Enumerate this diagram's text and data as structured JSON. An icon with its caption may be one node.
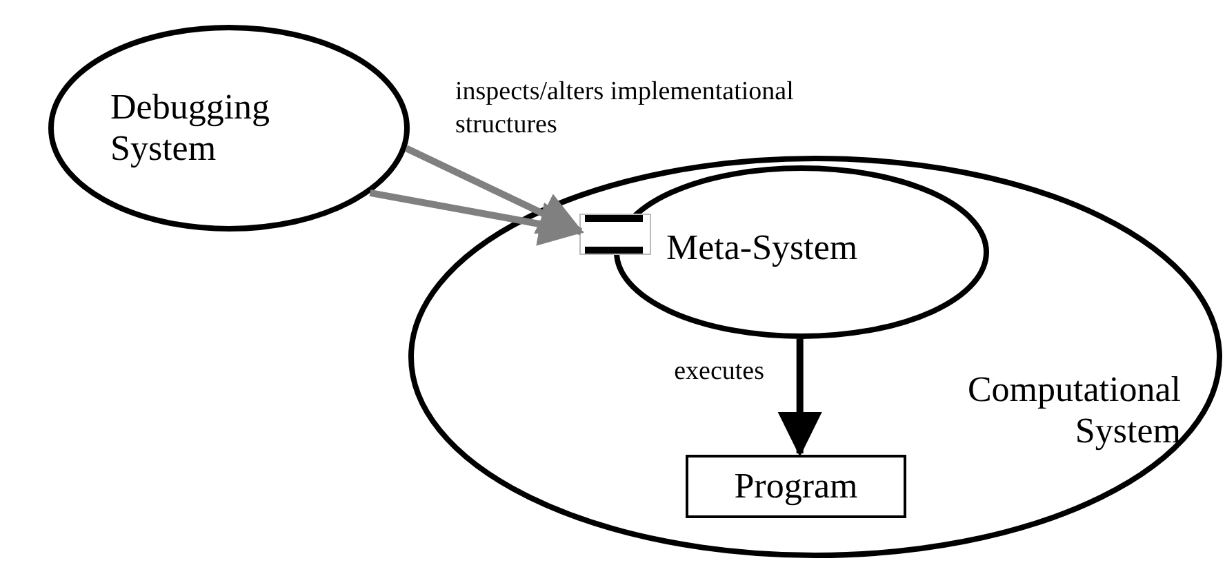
{
  "diagram": {
    "nodes": [
      {
        "text": [
          "Debugging System"
        ]
      },
      {
        "text": [
          "Computational System"
        ]
      },
      {
        "text": [
          "Meta-System"
        ],
        "in": 1
      },
      {
        "text": [],
        "shape": "box",
        "in": 1
      },
      {
        "text": [
          "Program"
        ],
        "in": 1
      }
    ],
    "edges": [
      {
        "from": 0,
        "to": 3,
        "arrow": "to",
        "label": "inspects/alters implementational structures",
        "color": "#808080"
      },
      {
        "from": 0,
        "to": 3,
        "arrow": "to",
        "color": "#808080"
      },
      {
        "from": 2,
        "to": 4,
        "arrow": "to",
        "label": "executes",
        "color": "#000000"
      }
    ]
  }
}
